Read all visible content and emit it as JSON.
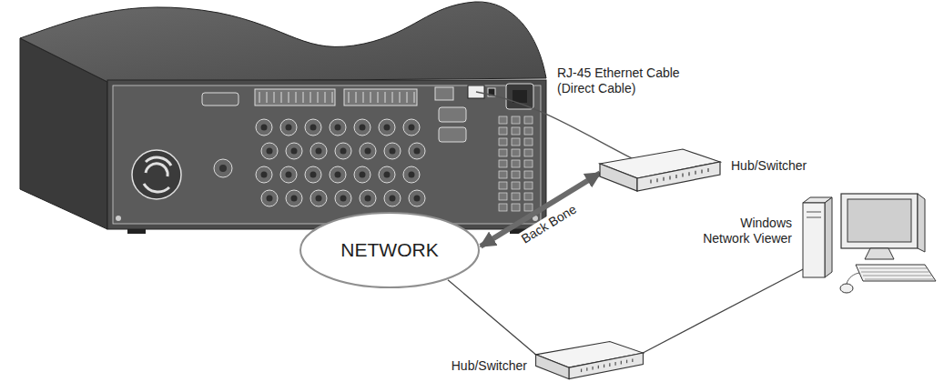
{
  "diagram": {
    "nodes": [
      {
        "text": [
          "Hub/Switcher"
        ]
      },
      {
        "text": [
          "Windows Network Viewer"
        ]
      },
      {
        "text": [
          "NETWORK"
        ]
      },
      {
        "text": [
          "Hub/Switcher"
        ]
      }
    ],
    "edges": [
      {
        "from": 2,
        "to": 0,
        "arrow": "both",
        "label": "Back Bone"
      },
      {
        "from": 2,
        "to": 3,
        "arrow": "none"
      },
      {
        "from": 3,
        "to": 1,
        "arrow": "none"
      }
    ],
    "labels": [
      "RJ-45 Ethernet Cable (Direct Cable)"
    ]
  }
}
